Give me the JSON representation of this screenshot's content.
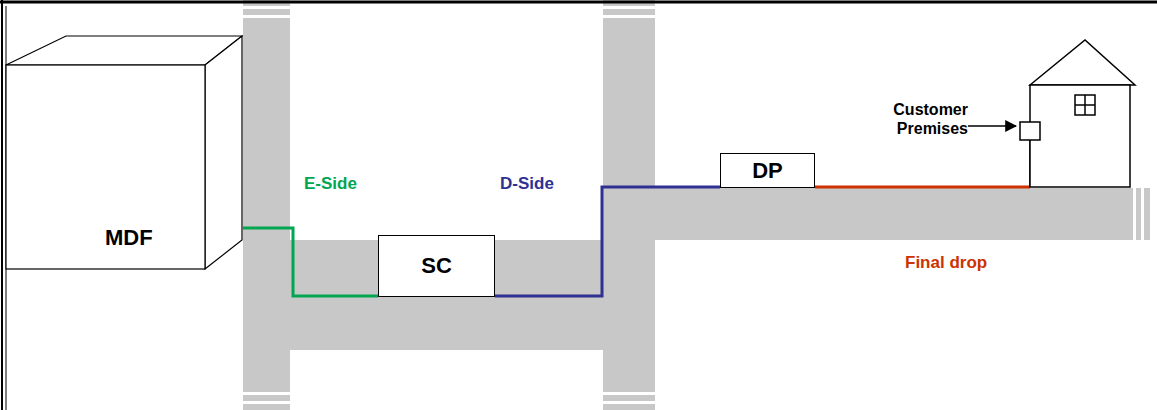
{
  "diagram": {
    "nodes": [
      {
        "text": [
          "MDF"
        ]
      },
      {
        "text": [
          "SC"
        ]
      },
      {
        "text": [
          "DP"
        ]
      }
    ],
    "edges": [
      {
        "from": 0,
        "to": 1,
        "arrow": "none",
        "label": "E-Side"
      },
      {
        "from": 1,
        "to": 2,
        "arrow": "none",
        "label": "D-Side"
      }
    ],
    "labels": [
      "Customer Premises",
      "Final drop"
    ]
  }
}
